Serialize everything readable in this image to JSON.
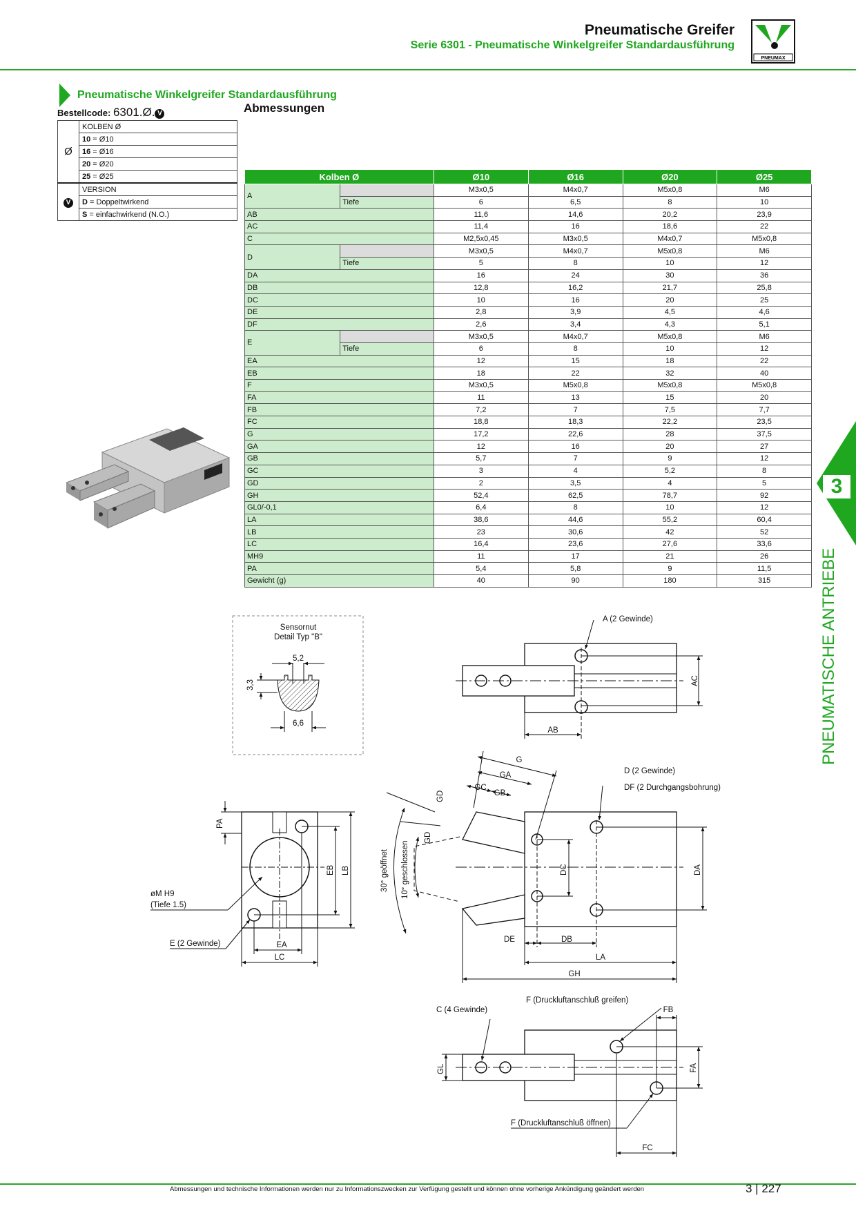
{
  "header": {
    "title": "Pneumatische Greifer",
    "subtitle": "Serie 6301 - Pneumatische Winkelgreifer Standardausführung",
    "logo_text": "PNEUMAX"
  },
  "section_title": "Pneumatische Winkelgreifer Standardausführung",
  "abmessungen_title": "Abmessungen",
  "bestellcode": {
    "label": "Bestellcode:",
    "code": "6301.Ø.",
    "badge": "V",
    "groups": [
      {
        "symbol": "Ø",
        "title": "KOLBEN Ø",
        "options": [
          {
            "key": "10",
            "text": " = Ø10"
          },
          {
            "key": "16",
            "text": " = Ø16"
          },
          {
            "key": "20",
            "text": " = Ø20"
          },
          {
            "key": "25",
            "text": " = Ø25"
          }
        ]
      },
      {
        "symbol": "V",
        "title": "VERSION",
        "options": [
          {
            "key": "D",
            "text": " = Doppeltwirkend"
          },
          {
            "key": "S",
            "text": " = einfachwirkend (N.O.)"
          }
        ]
      }
    ]
  },
  "dim_table": {
    "headers": [
      "Kolben Ø",
      "Ø10",
      "Ø16",
      "Ø20",
      "Ø25"
    ],
    "sub_label": "Tiefe",
    "rows": [
      {
        "label": "A",
        "values": [
          "M3x0,5",
          "M4x0,7",
          "M5x0,8",
          "M6"
        ],
        "tiefe": [
          "6",
          "6,5",
          "8",
          "10"
        ]
      },
      {
        "label": "AB",
        "values": [
          "11,6",
          "14,6",
          "20,2",
          "23,9"
        ]
      },
      {
        "label": "AC",
        "values": [
          "11,4",
          "16",
          "18,6",
          "22"
        ]
      },
      {
        "label": "C",
        "values": [
          "M2,5x0,45",
          "M3x0,5",
          "M4x0,7",
          "M5x0,8"
        ]
      },
      {
        "label": "D",
        "values": [
          "M3x0,5",
          "M4x0,7",
          "M5x0,8",
          "M6"
        ],
        "tiefe": [
          "5",
          "8",
          "10",
          "12"
        ]
      },
      {
        "label": "DA",
        "values": [
          "16",
          "24",
          "30",
          "36"
        ]
      },
      {
        "label": "DB",
        "values": [
          "12,8",
          "16,2",
          "21,7",
          "25,8"
        ]
      },
      {
        "label": "DC",
        "values": [
          "10",
          "16",
          "20",
          "25"
        ]
      },
      {
        "label": "DE",
        "values": [
          "2,8",
          "3,9",
          "4,5",
          "4,6"
        ]
      },
      {
        "label": "DF",
        "values": [
          "2,6",
          "3,4",
          "4,3",
          "5,1"
        ]
      },
      {
        "label": "E",
        "values": [
          "M3x0,5",
          "M4x0,7",
          "M5x0,8",
          "M6"
        ],
        "tiefe": [
          "6",
          "8",
          "10",
          "12"
        ]
      },
      {
        "label": "EA",
        "values": [
          "12",
          "15",
          "18",
          "22"
        ]
      },
      {
        "label": "EB",
        "values": [
          "18",
          "22",
          "32",
          "40"
        ]
      },
      {
        "label": "F",
        "values": [
          "M3x0,5",
          "M5x0,8",
          "M5x0,8",
          "M5x0,8"
        ]
      },
      {
        "label": "FA",
        "values": [
          "11",
          "13",
          "15",
          "20"
        ]
      },
      {
        "label": "FB",
        "values": [
          "7,2",
          "7",
          "7,5",
          "7,7"
        ]
      },
      {
        "label": "FC",
        "values": [
          "18,8",
          "18,3",
          "22,2",
          "23,5"
        ]
      },
      {
        "label": "G",
        "values": [
          "17,2",
          "22,6",
          "28",
          "37,5"
        ]
      },
      {
        "label": "GA",
        "values": [
          "12",
          "16",
          "20",
          "27"
        ]
      },
      {
        "label": "GB",
        "values": [
          "5,7",
          "7",
          "9",
          "12"
        ]
      },
      {
        "label": "GC",
        "values": [
          "3",
          "4",
          "5,2",
          "8"
        ]
      },
      {
        "label": "GD",
        "values": [
          "2",
          "3,5",
          "4",
          "5"
        ]
      },
      {
        "label": "GH",
        "values": [
          "52,4",
          "62,5",
          "78,7",
          "92"
        ]
      },
      {
        "label": "GL0/-0,1",
        "values": [
          "6,4",
          "8",
          "10",
          "12"
        ]
      },
      {
        "label": "LA",
        "values": [
          "38,6",
          "44,6",
          "55,2",
          "60,4"
        ]
      },
      {
        "label": "LB",
        "values": [
          "23",
          "30,6",
          "42",
          "52"
        ]
      },
      {
        "label": "LC",
        "values": [
          "16,4",
          "23,6",
          "27,6",
          "33,6"
        ]
      },
      {
        "label": "MH9",
        "values": [
          "11",
          "17",
          "21",
          "26"
        ]
      },
      {
        "label": "PA",
        "values": [
          "5,4",
          "5,8",
          "9",
          "11,5"
        ]
      },
      {
        "label": "Gewicht (g)",
        "values": [
          "40",
          "90",
          "180",
          "315"
        ]
      }
    ]
  },
  "side_tab": {
    "number": "3",
    "vertical_text": "PNEUMATISCHE ANTRIEBE"
  },
  "drawings": {
    "sensor_title1": "Sensornut",
    "sensor_title2": "Detail Typ \"B\"",
    "dim_52": "5,2",
    "dim_33": "3,3",
    "dim_66": "6,6",
    "a_gewinde": "A (2 Gewinde)",
    "ac": "AC",
    "ab": "AB",
    "g": "G",
    "ga": "GA",
    "gc": "GC",
    "gb": "GB",
    "gd": "GD",
    "d_gewinde": "D (2 Gewinde)",
    "df_bohrung": "DF (2  Durchgangsbohrung)",
    "pa": "PA",
    "eb": "EB",
    "lb": "LB",
    "om_h9": "øM H9",
    "tiefe15": "(Tiefe 1.5)",
    "e_gewinde": "E (2 Gewinde)",
    "ea": "EA",
    "lc": "LC",
    "deg30": "30° geöffnet",
    "deg10": "10° geschlossen",
    "dc": "DC",
    "da": "DA",
    "de": "DE",
    "db": "DB",
    "la": "LA",
    "gh": "GH",
    "c_gewinde": "C (4 Gewinde)",
    "f_greifen": "F (Druckluftanschluß greifen)",
    "fb": "FB",
    "gl": "GL",
    "fa": "FA",
    "f_oeffnen": "F (Druckluftanschluß öffnen)",
    "fc": "FC"
  },
  "footer": {
    "disclaimer": "Abmessungen und technische Informationen werden nur zu Informationszwecken zur Verfügung gestellt und können ohne vorherige Ankündigung geändert werden",
    "page": "3 | 227"
  }
}
